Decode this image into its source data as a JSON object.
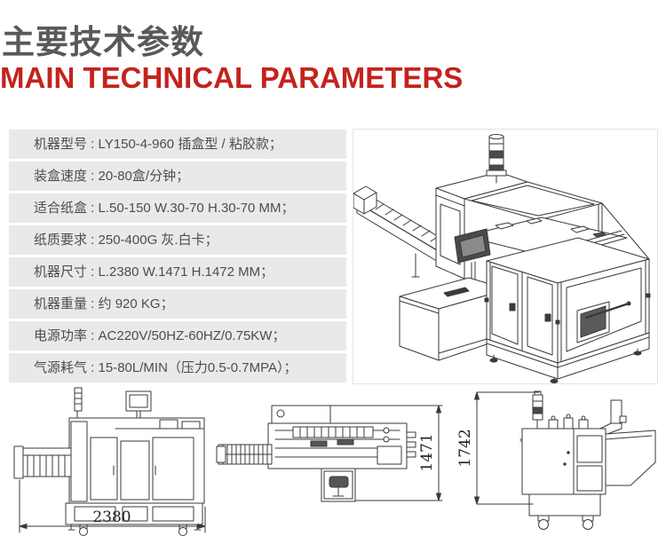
{
  "header": {
    "title_zh": "主要技术参数",
    "title_en": "MAIN TECHNICAL PARAMETERS"
  },
  "colors": {
    "title_zh": "#595959",
    "title_en": "#c4231d",
    "row_bg": "#e9e9e9",
    "row_text": "#4d4d4d",
    "drawing_line": "#3a3a3a"
  },
  "specs": {
    "separator": " : ",
    "rows": [
      {
        "label": "机器型号",
        "value": "LY150-4-960 插盒型 / 粘胶款；"
      },
      {
        "label": "装盒速度",
        "value": "20-80盒/分钟；"
      },
      {
        "label": "适合纸盒",
        "value": "L.50-150 W.30-70 H.30-70 MM；"
      },
      {
        "label": "纸质要求",
        "value": "250-400G 灰.白卡；"
      },
      {
        "label": "机器尺寸",
        "value": "L.2380 W.1471 H.1472 MM；"
      },
      {
        "label": "机器重量",
        "value": "约 920 KG；"
      },
      {
        "label": "电源功率",
        "value": "AC220V/50HZ-60HZ/0.75KW；"
      },
      {
        "label": "气源耗气",
        "value": "15-80L/MIN（压力0.5-0.7MPA）；"
      }
    ]
  },
  "drawings": {
    "dimensions": {
      "length": "2380",
      "width": "1471",
      "height": "1742"
    }
  }
}
